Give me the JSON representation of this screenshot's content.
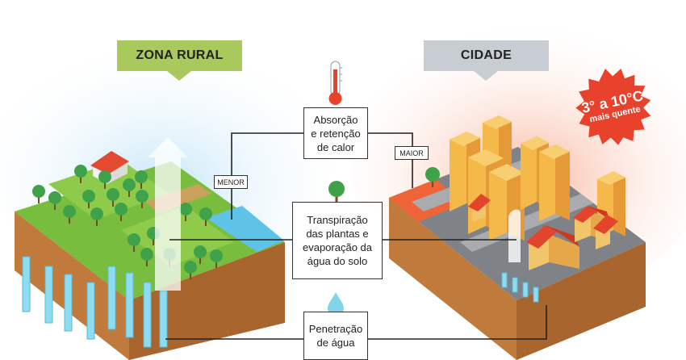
{
  "rural": {
    "label": "ZONA RURAL"
  },
  "city": {
    "label": "CIDADE"
  },
  "badge": {
    "line1": "3° a 10°C",
    "line2": "mais quente"
  },
  "boxes": {
    "heat": "Absorção\ne retenção\nde calor",
    "transpiration": "Transpiração\ndas plantas e\nevaporação da\nágua do solo",
    "water": "Penetração\nde água"
  },
  "tags": {
    "lower": "MENOR",
    "higher": "MAIOR"
  },
  "colors": {
    "rural_banner": "#a9c95c",
    "city_banner": "#c7cdd3",
    "grass": "#6db33f",
    "soil": "#b8733a",
    "city_heat": "#f06a3a",
    "badge_red": "#e8412c",
    "water": "#7fd6ea"
  },
  "icons": [
    "thermometer-icon",
    "tree-icon",
    "water-drop-icon",
    "wind-arrow-icon"
  ]
}
